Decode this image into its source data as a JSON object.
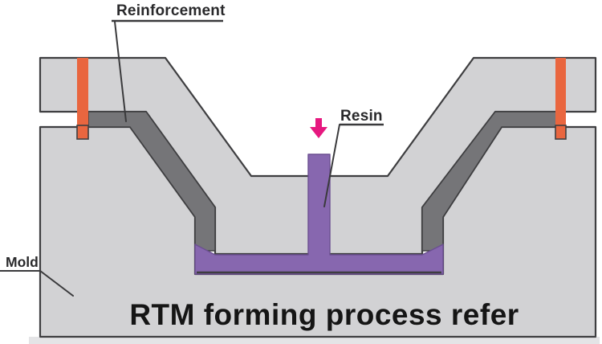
{
  "diagram": {
    "title": "RTM forming process refer",
    "labels": {
      "reinforcement": "Reinforcement",
      "resin": "Resin",
      "mold": "Mold"
    },
    "icons": {
      "resin_flow": "down-arrow"
    },
    "colors": {
      "background": "#ffffff",
      "ground": "#e4e4e6",
      "mold_fill": "#d2d2d4",
      "mold_outline": "#3e3e40",
      "reinforcement_fill": "#757578",
      "resin_fill": "#8767af",
      "resin_outline": "#6b4f91",
      "pin_fill": "#e9663f",
      "arrow": "#e6187f",
      "leader": "#3a3a3c",
      "label_text": "#29292b",
      "title_text": "#151515"
    }
  }
}
